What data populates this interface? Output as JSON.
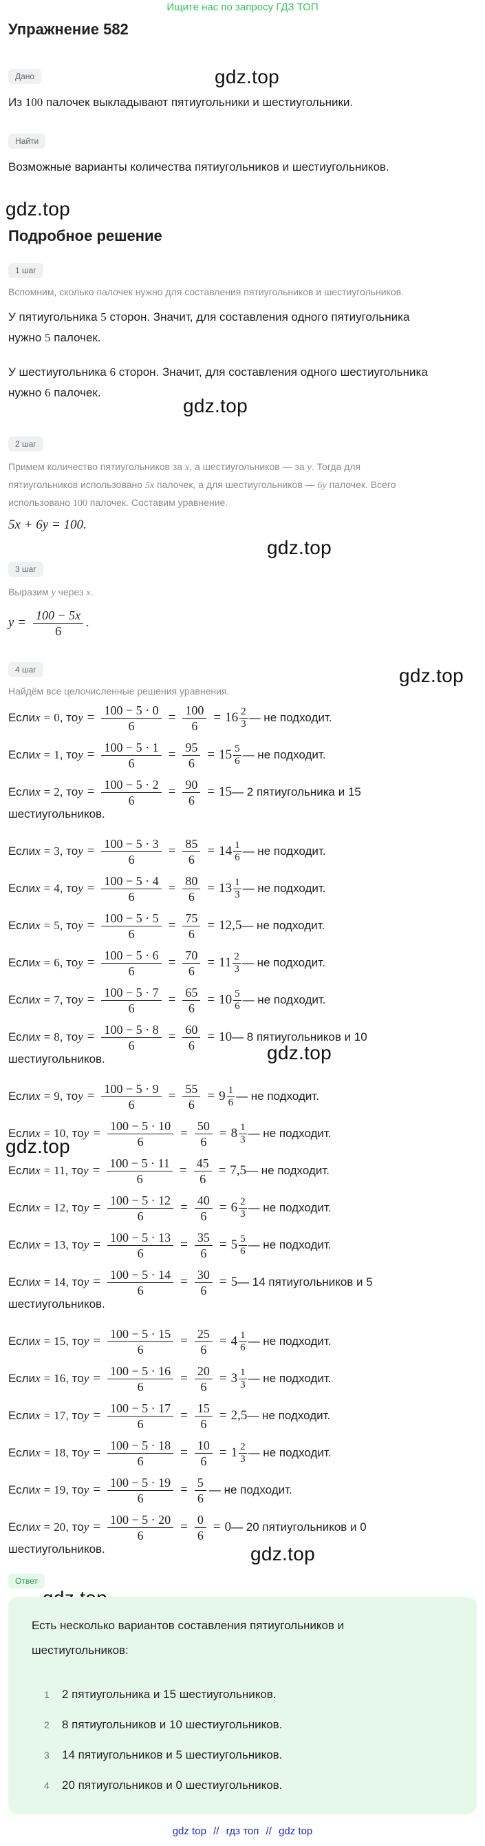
{
  "banner": "Ищите нас по запросу ГДЗ ТОП",
  "title": "Упражнение 582",
  "watermark": "gdz.top",
  "given": {
    "tag": "Дано",
    "text_pre": "Из ",
    "n": "100",
    "text_post": " палочек выкладывают пятиугольники и шестиугольники."
  },
  "find": {
    "tag": "Найти",
    "text": "Возможные варианты количества пятиугольников и шестиугольников."
  },
  "solution_title": "Подробное решение",
  "step1": {
    "tag": "1 шаг",
    "hint": "Вспомним, сколько палочек нужно для составления пятиугольников и шестиугольников.",
    "p1a": "У пятиугольника ",
    "p1n": "5",
    "p1b": " сторон. Значит, для составления одного пятиугольника",
    "p1c": "нужно ",
    "p1d": " палочек.",
    "p2a": "У шестиугольника ",
    "p2n": "6",
    "p2b": " сторон. Значит, для составления одного шестиугольника",
    "p2c": "нужно ",
    "p2d": " палочек."
  },
  "step2": {
    "tag": "2 шаг",
    "hint_a": "Примем количество пятиугольников за ",
    "hint_x": "x",
    "hint_b": ", а шестиугольников — за ",
    "hint_y": "y",
    "hint_c": ". Тогда для",
    "hint2_a": "пятиугольников использовано ",
    "hint2_5x": "5x",
    "hint2_b": " палочек, а для шестиугольников — ",
    "hint2_6y": "6y",
    "hint2_c": " палочек. Всего",
    "hint3_a": "использовано ",
    "hint3_n": "100",
    "hint3_b": " палочек. Составим уравнение.",
    "equation": "5x + 6y = 100."
  },
  "step3": {
    "tag": "3 шаг",
    "hint_a": "Выразим ",
    "hint_y": "y",
    "hint_b": " через ",
    "hint_x": "x",
    "hint_c": ".",
    "lhs": "y =",
    "num": "100 − 5x",
    "den": "6",
    "tail": "."
  },
  "step4": {
    "tag": "4 шаг",
    "hint": "Найдём все целочисленные решения уравнения.",
    "if_word": "Если ",
    "then_word": ", то ",
    "rows": [
      {
        "x": "0",
        "num": "100 − 5 · 0",
        "frac_num": "100",
        "res": "16",
        "rn": "2",
        "rd": "3",
        "tail": " — не подходит."
      },
      {
        "x": "1",
        "num": "100 − 5 · 1",
        "frac_num": "95",
        "res": "15",
        "rn": "5",
        "rd": "6",
        "tail": " — не подходит."
      },
      {
        "x": "2",
        "num": "100 − 5 · 2",
        "frac_num": "90",
        "res": "15",
        "rn": "",
        "rd": "",
        "tail": " — 2 пятиугольника и 15",
        "cont": "шестиугольников."
      },
      {
        "x": "3",
        "num": "100 − 5 · 3",
        "frac_num": "85",
        "res": "14",
        "rn": "1",
        "rd": "6",
        "tail": " — не подходит."
      },
      {
        "x": "4",
        "num": "100 − 5 · 4",
        "frac_num": "80",
        "res": "13",
        "rn": "1",
        "rd": "3",
        "tail": " — не подходит."
      },
      {
        "x": "5",
        "num": "100 − 5 · 5",
        "frac_num": "75",
        "res": "12,5",
        "rn": "",
        "rd": "",
        "tail": " — не подходит."
      },
      {
        "x": "6",
        "num": "100 − 5 · 6",
        "frac_num": "70",
        "res": "11",
        "rn": "2",
        "rd": "3",
        "tail": " — не подходит."
      },
      {
        "x": "7",
        "num": "100 − 5 · 7",
        "frac_num": "65",
        "res": "10",
        "rn": "5",
        "rd": "6",
        "tail": " — не подходит."
      },
      {
        "x": "8",
        "num": "100 − 5 · 8",
        "frac_num": "60",
        "res": "10",
        "rn": "",
        "rd": "",
        "tail": " — 8 пятиугольников и 10",
        "cont": "шестиугольников."
      },
      {
        "x": "9",
        "num": "100 − 5 · 9",
        "frac_num": "55",
        "res": "9",
        "rn": "1",
        "rd": "6",
        "tail": " — не подходит."
      },
      {
        "x": "10",
        "num": "100 − 5 · 10",
        "frac_num": "50",
        "res": "8",
        "rn": "1",
        "rd": "3",
        "tail": " — не подходит."
      },
      {
        "x": "11",
        "num": "100 − 5 · 11",
        "frac_num": "45",
        "res": "7,5",
        "rn": "",
        "rd": "",
        "tail": " — не подходит."
      },
      {
        "x": "12",
        "num": "100 − 5 · 12",
        "frac_num": "40",
        "res": "6",
        "rn": "2",
        "rd": "3",
        "tail": " — не подходит."
      },
      {
        "x": "13",
        "num": "100 − 5 · 13",
        "frac_num": "35",
        "res": "5",
        "rn": "5",
        "rd": "6",
        "tail": " — не подходит."
      },
      {
        "x": "14",
        "num": "100 − 5 · 14",
        "frac_num": "30",
        "res": "5",
        "rn": "",
        "rd": "",
        "tail": " — 14 пятиугольников и 5",
        "cont": "шестиугольников."
      },
      {
        "x": "15",
        "num": "100 − 5 · 15",
        "frac_num": "25",
        "res": "4",
        "rn": "1",
        "rd": "6",
        "tail": " — не подходит."
      },
      {
        "x": "16",
        "num": "100 − 5 · 16",
        "frac_num": "20",
        "res": "3",
        "rn": "1",
        "rd": "3",
        "tail": " — не подходит."
      },
      {
        "x": "17",
        "num": "100 − 5 · 17",
        "frac_num": "15",
        "res": "2,5",
        "rn": "",
        "rd": "",
        "tail": " — не подходит."
      },
      {
        "x": "18",
        "num": "100 − 5 · 18",
        "frac_num": "10",
        "res": "1",
        "rn": "2",
        "rd": "3",
        "tail": " — не подходит."
      },
      {
        "x": "19",
        "num": "100 − 5 · 19",
        "frac_num": "5",
        "res": "",
        "rn": "",
        "rd": "",
        "tail": " — не подходит."
      },
      {
        "x": "20",
        "num": "100 − 5 · 20",
        "frac_num": "0",
        "res": "0",
        "rn": "",
        "rd": "",
        "tail": " — 20 пятиугольников и 0",
        "cont": "шестиугольников."
      }
    ]
  },
  "answer": {
    "tag": "Ответ",
    "intro1": "Есть несколько вариантов составления пятиугольников и",
    "intro2": "шестиугольников:",
    "items": [
      {
        "n": "1",
        "text": "2 пятиугольника и 15 шестиугольников."
      },
      {
        "n": "2",
        "text": "8 пятиугольников и 10 шестиугольников."
      },
      {
        "n": "3",
        "text": "14 пятиугольников и 5 шестиугольников."
      },
      {
        "n": "4",
        "text": "20 пятиугольников и 0 шестиугольников."
      }
    ]
  },
  "footer": {
    "a": "gdz top",
    "sep": "//",
    "b": "гдз топ",
    "c": "gdz top"
  }
}
